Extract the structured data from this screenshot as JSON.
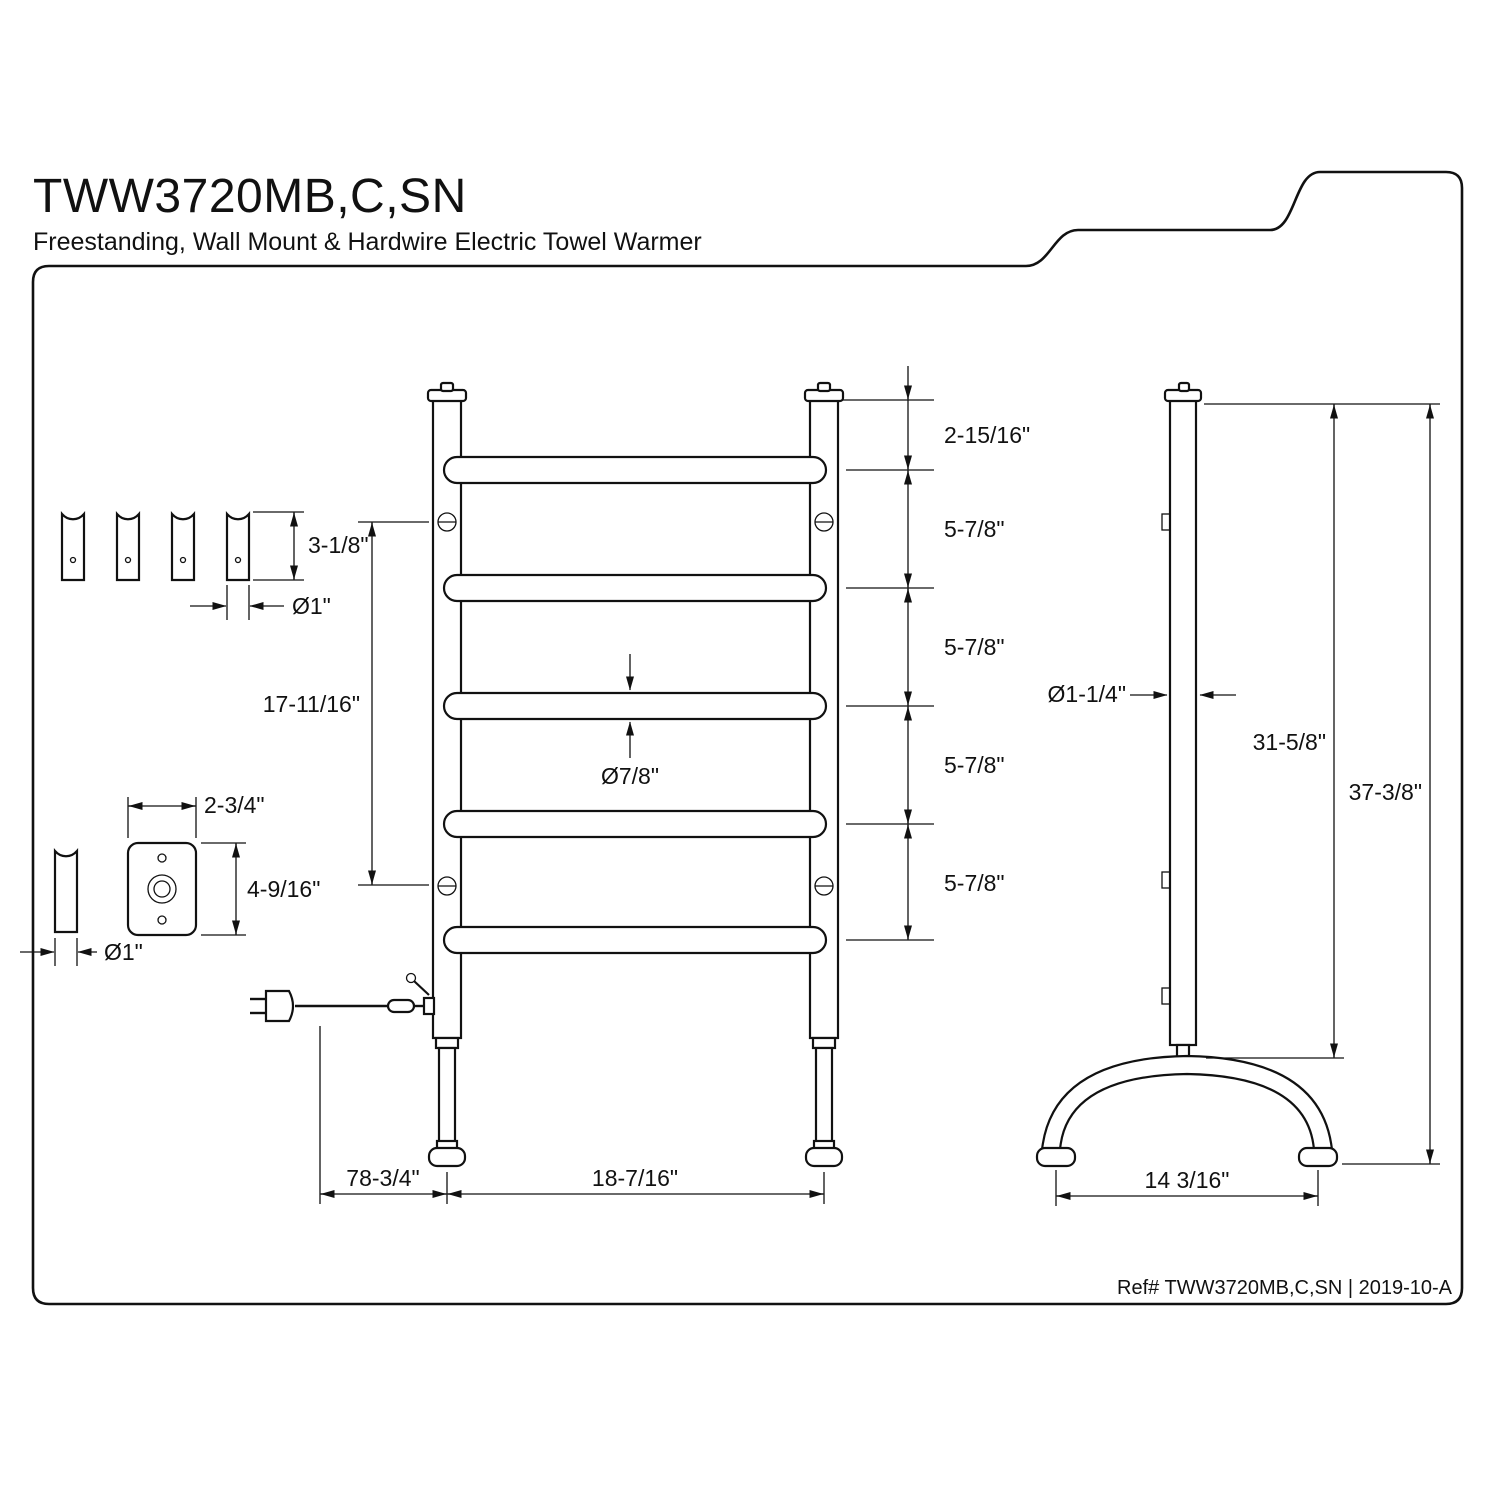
{
  "doc": {
    "title": "TWW3720MB,C,SN",
    "subtitle": "Freestanding, Wall Mount & Hardwire Electric Towel Warmer",
    "footer_ref": "Ref# TWW3720MB,C,SN | 2019-10-A"
  },
  "front_view": {
    "top_to_first_bar": "2-15/16\"",
    "bar_spacing": [
      "5-7/8\"",
      "5-7/8\"",
      "5-7/8\"",
      "5-7/8\""
    ],
    "mount_hole_spacing": "17-11/16\"",
    "bar_diameter": "Ø7/8\"",
    "cord_length": "78-3/4\"",
    "overall_width": "18-7/16\""
  },
  "wall_bracket_detail": {
    "height": "3-1/8\"",
    "diameter": "Ø1\""
  },
  "wall_plate_detail": {
    "width": "2-3/4\"",
    "height": "4-9/16\"",
    "diameter": "Ø1\""
  },
  "side_view": {
    "post_diameter": "Ø1-1/4\"",
    "height_to_base": "31-5/8\"",
    "overall_height": "37-3/8\"",
    "base_width": "14 3/16\""
  },
  "colors": {
    "line": "#111111",
    "background": "#ffffff"
  }
}
